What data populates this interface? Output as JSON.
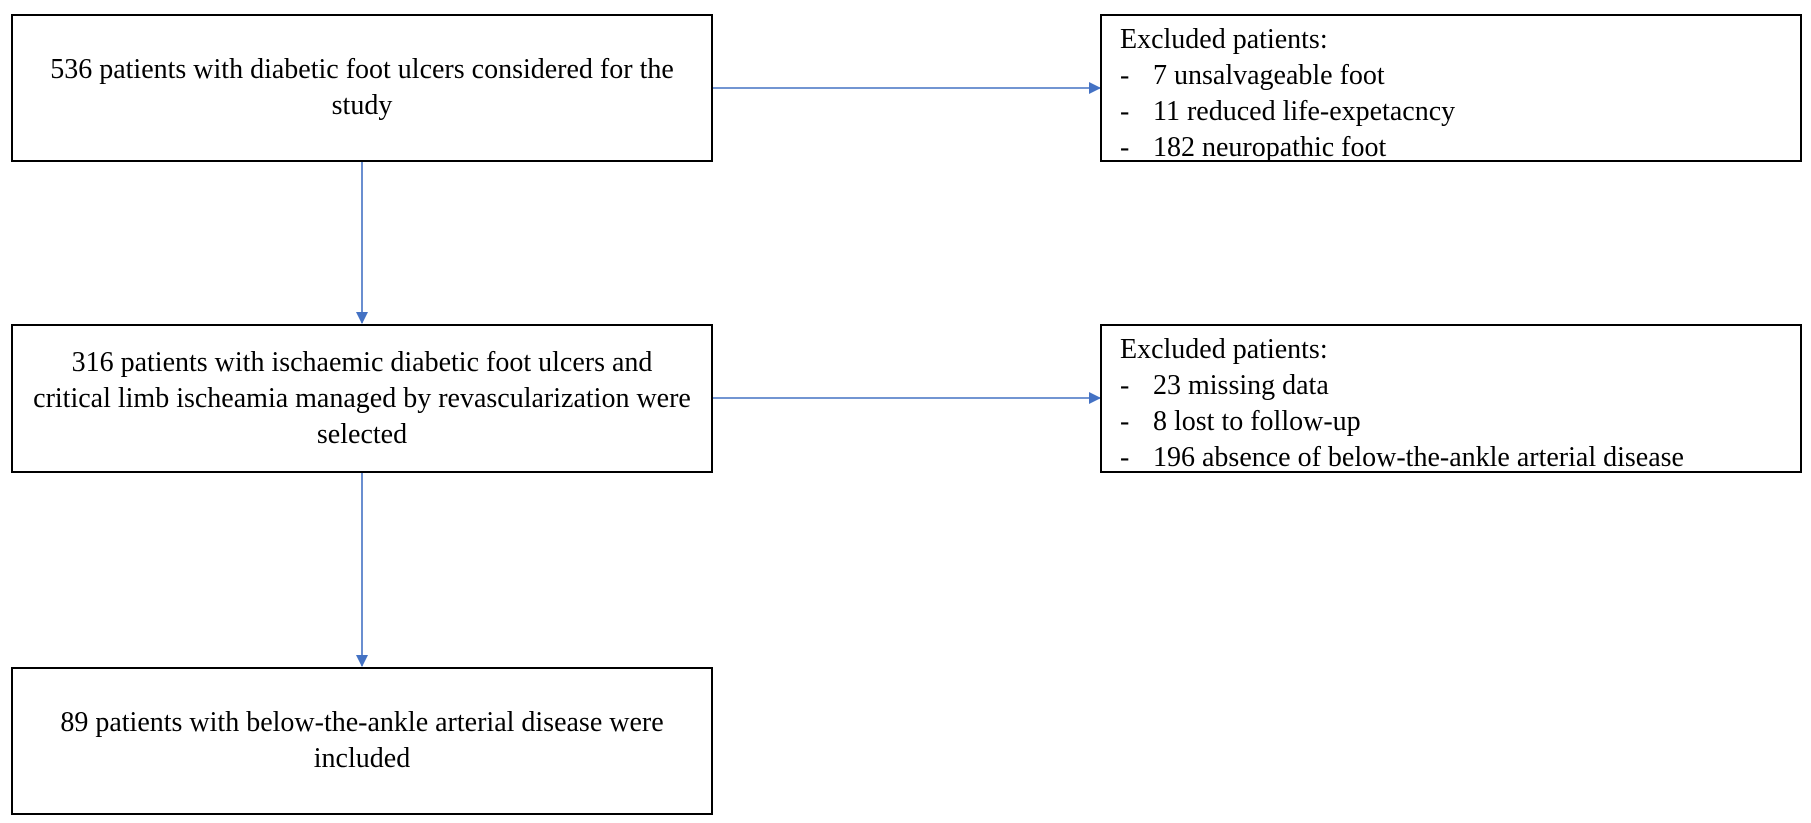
{
  "accent_color": "#4472C4",
  "flow": {
    "step1": "536 patients with diabetic foot ulcers considered for the study",
    "step2": "316 patients with ischaemic diabetic foot ulcers and critical limb ischeamia managed by revascularization were selected",
    "step3": "89 patients with below-the-ankle arterial disease were included"
  },
  "exclusions": [
    {
      "title": "Excluded patients:",
      "items": [
        "7 unsalvageable foot",
        "11 reduced life-expetacncy",
        "182 neuropathic foot"
      ]
    },
    {
      "title": "Excluded patients:",
      "items": [
        "23 missing data",
        "8 lost to follow-up",
        "196 absence of below-the-ankle arterial disease"
      ]
    }
  ],
  "bullet": "-"
}
